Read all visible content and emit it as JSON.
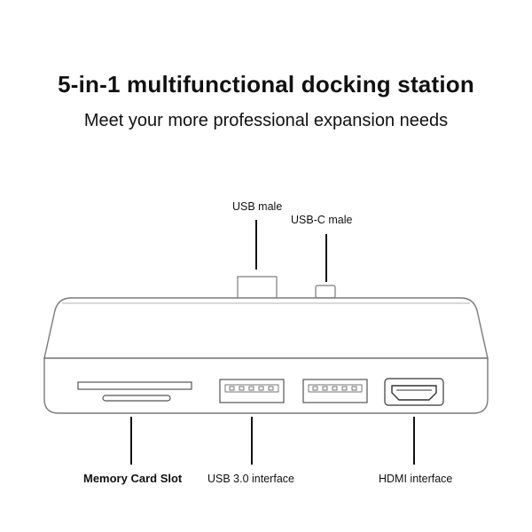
{
  "title": "5-in-1 multifunctional docking station",
  "subtitle": "Meet your more professional expansion needs",
  "callouts": {
    "usb_male": "USB male",
    "usbc_male": "USB-C male",
    "memory_card_slot": "Memory Card Slot",
    "usb30_interface": "USB 3.0 interface",
    "hdmi_interface": "HDMI interface"
  },
  "colors": {
    "outline": "#7a7a7a",
    "leader_line": "#111111",
    "text": "#111111"
  }
}
